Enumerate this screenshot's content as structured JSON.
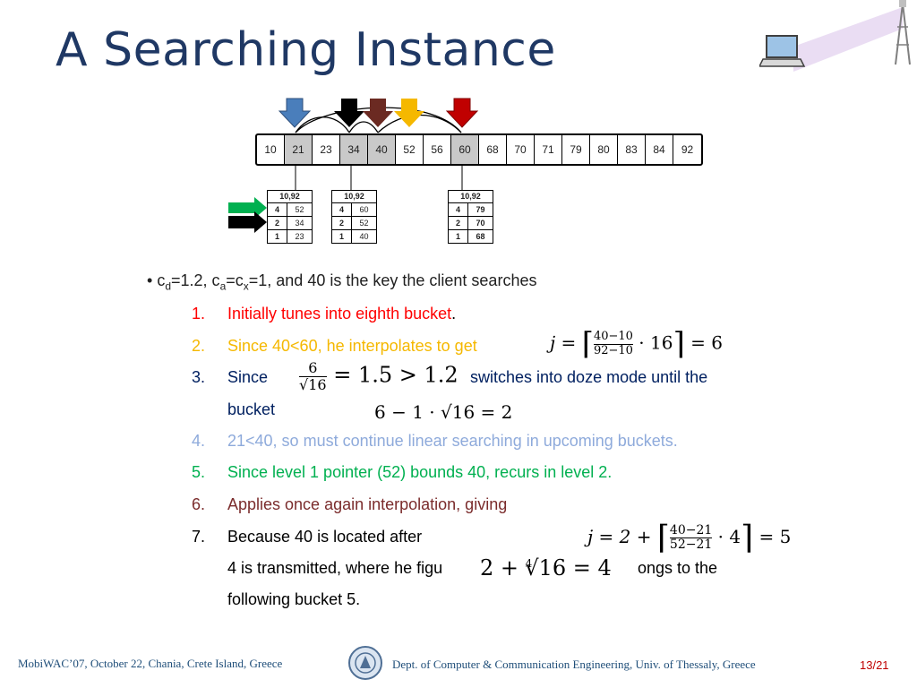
{
  "title": "A Searching Instance",
  "colors": {
    "title": "#1f3864",
    "red": "#ff0000",
    "yellow": "#f5b800",
    "blue": "#002060",
    "lightblue": "#8eaadb",
    "green": "#00b050",
    "brown": "#7b2c2c",
    "black": "#000000",
    "footer": "#1f4e79",
    "pager": "#c00000"
  },
  "array_cells": [
    "10",
    "21",
    "23",
    "34",
    "40",
    "52",
    "56",
    "60",
    "68",
    "70",
    "71",
    "79",
    "80",
    "83",
    "84",
    "92"
  ],
  "highlighted_cells": [
    1,
    3,
    4,
    7
  ],
  "index_tables": [
    {
      "header": "10,92",
      "rows": [
        {
          "level": "4",
          "value": "52"
        },
        {
          "level": "2",
          "value": "34"
        },
        {
          "level": "1",
          "value": "23"
        }
      ]
    },
    {
      "header": "10,92",
      "rows": [
        {
          "level": "4",
          "value": "60"
        },
        {
          "level": "2",
          "value": "52"
        },
        {
          "level": "1",
          "value": "40"
        }
      ]
    },
    {
      "header": "10,92",
      "rows": [
        {
          "level": "4",
          "value": "79"
        },
        {
          "level": "2",
          "value": "70"
        },
        {
          "level": "1",
          "value": "68"
        }
      ]
    }
  ],
  "bullet": {
    "sym": "•",
    "c": "c",
    "d": "d",
    "eq1": "=1.2, c",
    "a": "a",
    "eq2": "=c",
    "x": "x",
    "rest": "=1, and 40 is the key the client searches"
  },
  "items": [
    {
      "num": "1.",
      "text": "Initially tunes into eighth bucket",
      "suffix": "."
    },
    {
      "num": "2.",
      "text": "Since 40<60, he interpolates to get"
    },
    {
      "num": "3.",
      "text": "Since",
      "text2": "switches into doze mode until the",
      "text3": "bucket"
    },
    {
      "num": "4.",
      "text": "21<40,  so must continue linear searching in upcoming buckets."
    },
    {
      "num": "5.",
      "text": "Since level 1 pointer (52) bounds 40, recurs in level 2."
    },
    {
      "num": "6.",
      "text": "Applies once again interpolation, giving"
    },
    {
      "num": "7.",
      "text": "Because 40 is located after",
      "text2": "4 is transmitted, where he figu",
      "text2b": "ongs to the",
      "text3": "following bucket 5."
    }
  ],
  "formulas": {
    "f1_lhs": "j  =",
    "f1_num": "40−10",
    "f1_den": "92−10",
    "f1_mul": "· 16",
    "f1_rhs": "=  6",
    "f2_num": "6",
    "f2_den": "√16",
    "f2_rest": "= 1.5 > 1.2",
    "f3": "6 − 1 · √16 = 2",
    "f4_lhs": "j  = 2 +",
    "f4_num": "40−21",
    "f4_den": "52−21",
    "f4_mul": "· 4",
    "f4_rhs": "=  5",
    "f5_a": "2  +",
    "f5_root_index": "4",
    "f5_root": "√16",
    "f5_b": "=  4"
  },
  "footer": {
    "left": "MobiWAC’07, October 22, Chania, Crete Island, Greece",
    "right": "Dept. of Computer & Communication Engineering, Univ. of Thessaly, Greece",
    "page": "13/21"
  }
}
